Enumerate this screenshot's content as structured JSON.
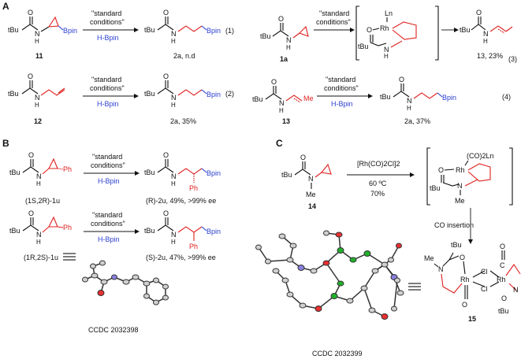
{
  "panels": {
    "a": "A",
    "b": "B",
    "c": "C"
  },
  "conditions": {
    "standard_line1": "\"standard",
    "standard_line2": "conditions\"",
    "hbpin": "H-Bpin",
    "rh_catalyst": "[Rh(CO)2Cl]2",
    "temperature": "60 ºC",
    "yield_14": "70%",
    "co_insertion": "CO insertion"
  },
  "equation_numbers": [
    "(1)",
    "(2)",
    "(3)",
    "(4)"
  ],
  "compounds": {
    "c11": "11",
    "c2a_nd": "2a, n.d",
    "c1a": "1a",
    "c13_yield": "13, 23%",
    "c12": "12",
    "c2a_35": "2a, 35%",
    "c13": "13",
    "c2a_37": "2a, 37%",
    "c1u_1s2r": "(1S,2R)-1u",
    "c2u_r": "(R)-2u, 49%, >99% ee",
    "c1u_1r2s": "(1R,2S)-1u",
    "c2u_s": "(S)-2u, 47%, >99% ee",
    "c14": "14",
    "c15": "15"
  },
  "atom_labels": {
    "tbu": "tBu",
    "nh": "H",
    "n": "N",
    "o": "O",
    "bpin": "Bpin",
    "ph": "Ph",
    "me": "Me",
    "rh": "Rh",
    "ln": "Ln",
    "co2ln": "(CO)2Ln",
    "cl": "Cl",
    "co_ligand": "C",
    "o_ligand": "O"
  },
  "ccdc": {
    "first": "CCDC 2032398",
    "second": "CCDC 2032399"
  },
  "colors": {
    "red": "#e0201f",
    "blue": "#2b3fd1",
    "black": "#111111",
    "green": "#22b02a",
    "violet": "#6b5fd0"
  }
}
